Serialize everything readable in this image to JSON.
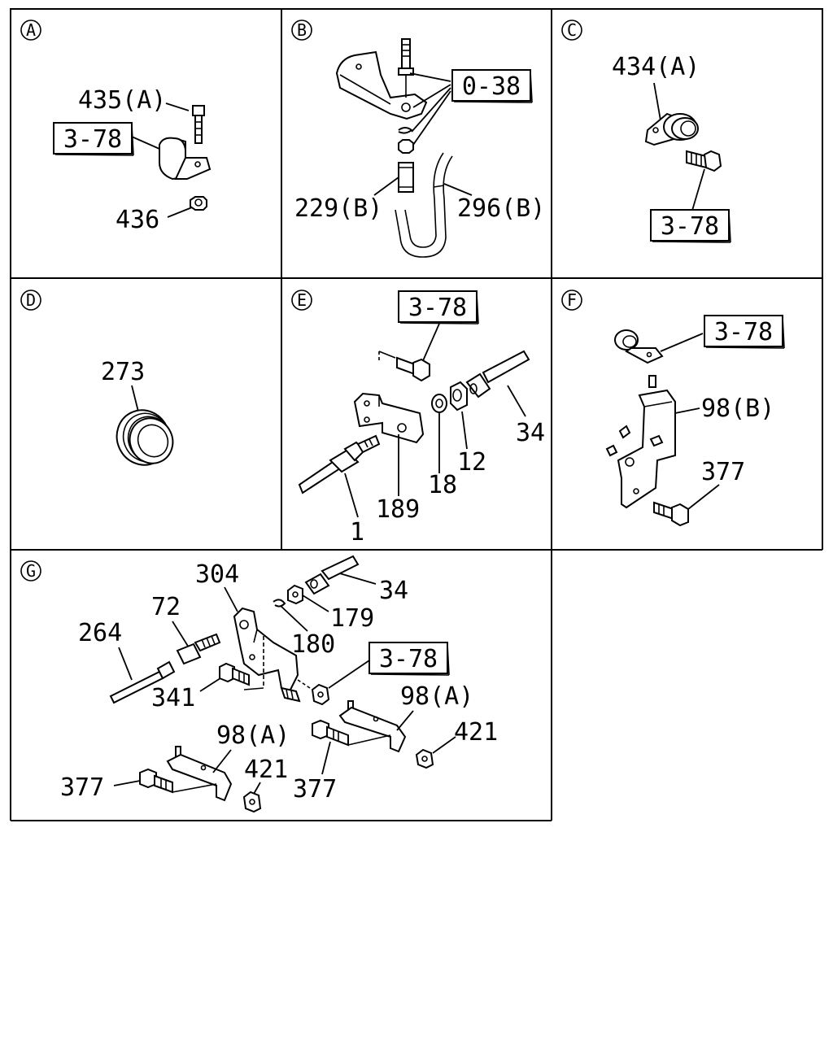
{
  "panels": {
    "A": {
      "letter": "A",
      "labels": {
        "p435": "435(A)",
        "p436": "436"
      },
      "refs": {
        "r1": "3-78"
      }
    },
    "B": {
      "letter": "B",
      "labels": {
        "p229": "229(B)",
        "p296": "296(B)"
      },
      "refs": {
        "r1": "0-38"
      }
    },
    "C": {
      "letter": "C",
      "labels": {
        "p434": "434(A)"
      },
      "refs": {
        "r1": "3-78"
      }
    },
    "D": {
      "letter": "D",
      "labels": {
        "p273": "273"
      }
    },
    "E": {
      "letter": "E",
      "labels": {
        "p34": "34",
        "p12": "12",
        "p18": "18",
        "p189": "189",
        "p1": "1"
      },
      "refs": {
        "r1": "3-78"
      }
    },
    "F": {
      "letter": "F",
      "labels": {
        "p98b": "98(B)",
        "p377": "377"
      },
      "refs": {
        "r1": "3-78"
      }
    },
    "G": {
      "letter": "G",
      "labels": {
        "p304": "304",
        "p34": "34",
        "p72": "72",
        "p179": "179",
        "p264": "264",
        "p180": "180",
        "p341": "341",
        "p98a_1": "98(A)",
        "p421_1": "421",
        "p98a_2": "98(A)",
        "p421_2": "421",
        "p377_1": "377",
        "p377_2": "377"
      },
      "refs": {
        "r1": "3-78"
      }
    }
  }
}
